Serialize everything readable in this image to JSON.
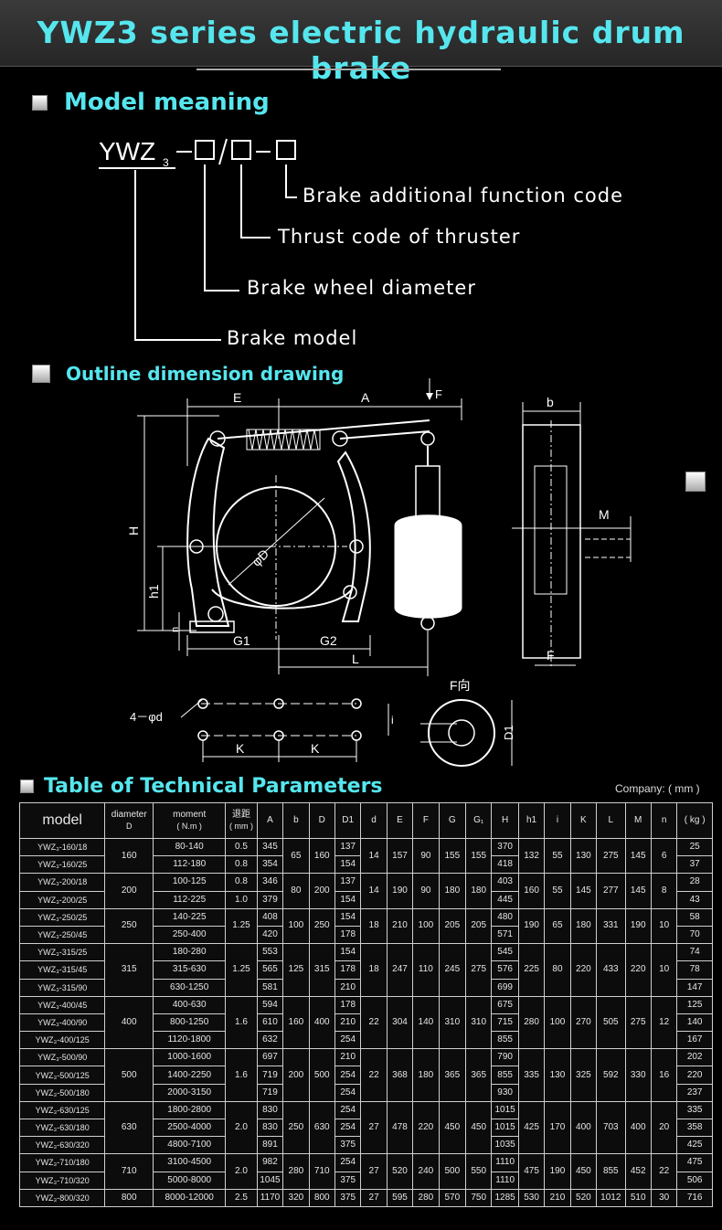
{
  "header": {
    "title": "YWZ3 series electric hydraulic drum brake"
  },
  "model_meaning": {
    "section_title": "Model meaning",
    "code_prefix": "YWZ",
    "code_subscript": "3",
    "items": [
      "Brake additional function code",
      "Thrust code of thruster",
      "Brake wheel diameter",
      "Brake model"
    ]
  },
  "outline": {
    "section_title": "Outline dimension drawing",
    "labels": {
      "E": "E",
      "A": "A",
      "F": "F",
      "H": "H",
      "h1": "h1",
      "n": "n",
      "phiD": "φD",
      "G1": "G1",
      "G2": "G2",
      "L": "L",
      "b": "b",
      "M": "M",
      "Fb": "F",
      "hole": "4－φd",
      "K": "K",
      "i": "i",
      "D1": "D1",
      "view": "F向"
    }
  },
  "table": {
    "section_title": "Table of Technical Parameters",
    "company": "Company: ( mm )",
    "headers": [
      {
        "l1": "model",
        "l2": ""
      },
      {
        "l1": "diameter",
        "l2": "D"
      },
      {
        "l1": "moment",
        "l2": "( N.m )"
      },
      {
        "l1": "退距",
        "l2": "( mm )"
      },
      {
        "l1": "A",
        "l2": ""
      },
      {
        "l1": "b",
        "l2": ""
      },
      {
        "l1": "D",
        "l2": ""
      },
      {
        "l1": "D1",
        "l2": ""
      },
      {
        "l1": "d",
        "l2": ""
      },
      {
        "l1": "E",
        "l2": ""
      },
      {
        "l1": "F",
        "l2": ""
      },
      {
        "l1": "G",
        "l2": ""
      },
      {
        "l1": "G₁",
        "l2": ""
      },
      {
        "l1": "H",
        "l2": ""
      },
      {
        "l1": "h1",
        "l2": ""
      },
      {
        "l1": "i",
        "l2": ""
      },
      {
        "l1": "K",
        "l2": ""
      },
      {
        "l1": "L",
        "l2": ""
      },
      {
        "l1": "M",
        "l2": ""
      },
      {
        "l1": "n",
        "l2": ""
      },
      {
        "l1": "( kg )",
        "l2": ""
      }
    ],
    "groups": [
      {
        "diameter": "160",
        "rows": [
          {
            "model": "YWZ₃-160/18",
            "moment": "80-140",
            "gap": "0.5",
            "A": "345",
            "D1": "137",
            "H": "370",
            "kg": "25"
          },
          {
            "model": "YWZ₃-160/25",
            "moment": "112-180",
            "gap": "0.8",
            "A": "354",
            "D1": "154",
            "H": "418",
            "kg": "37"
          }
        ],
        "shared": {
          "b": "65",
          "D": "160",
          "d": "14",
          "E": "157",
          "F": "90",
          "G": "155",
          "G1": "155",
          "h1": "132",
          "i": "55",
          "K": "130",
          "L": "275",
          "M": "145",
          "n": "6"
        }
      },
      {
        "diameter": "200",
        "rows": [
          {
            "model": "YWZ₃-200/18",
            "moment": "100-125",
            "gap": "0.8",
            "A": "346",
            "D1": "137",
            "H": "403",
            "kg": "28"
          },
          {
            "model": "YWZ₃-200/25",
            "moment": "112-225",
            "gap": "1.0",
            "A": "379",
            "D1": "154",
            "H": "445",
            "kg": "43"
          }
        ],
        "shared": {
          "b": "80",
          "D": "200",
          "d": "14",
          "E": "190",
          "F": "90",
          "G": "180",
          "G1": "180",
          "h1": "160",
          "i": "55",
          "K": "145",
          "L": "277",
          "M": "145",
          "n": "8"
        }
      },
      {
        "diameter": "250",
        "gap": "1.25",
        "rows": [
          {
            "model": "YWZ₃-250/25",
            "moment": "140-225",
            "A": "408",
            "D1": "154",
            "H": "480",
            "kg": "58"
          },
          {
            "model": "YWZ₃-250/45",
            "moment": "250-400",
            "A": "420",
            "D1": "178",
            "H": "571",
            "kg": "70"
          }
        ],
        "shared": {
          "b": "100",
          "D": "250",
          "d": "18",
          "E": "210",
          "F": "100",
          "G": "205",
          "G1": "205",
          "h1": "190",
          "i": "65",
          "K": "180",
          "L": "331",
          "M": "190",
          "n": "10"
        }
      },
      {
        "diameter": "315",
        "gap": "1.25",
        "rows": [
          {
            "model": "YWZ₃-315/25",
            "moment": "180-280",
            "A": "553",
            "D1": "154",
            "H": "545",
            "kg": "74"
          },
          {
            "model": "YWZ₃-315/45",
            "moment": "315-630",
            "A": "565",
            "D1": "178",
            "H": "576",
            "kg": "78"
          },
          {
            "model": "YWZ₃-315/90",
            "moment": "630-1250",
            "A": "581",
            "D1": "210",
            "H": "699",
            "kg": "147"
          }
        ],
        "shared": {
          "b": "125",
          "D": "315",
          "d": "18",
          "E": "247",
          "F": "110",
          "G": "245",
          "G1": "275",
          "h1": "225",
          "i": "80",
          "K": "220",
          "L": "433",
          "M": "220",
          "n": "10"
        }
      },
      {
        "diameter": "400",
        "gap": "1.6",
        "rows": [
          {
            "model": "YWZ₃-400/45",
            "moment": "400-630",
            "A": "594",
            "D1": "178",
            "H": "675",
            "kg": "125"
          },
          {
            "model": "YWZ₃-400/90",
            "moment": "800-1250",
            "A": "610",
            "D1": "210",
            "H": "715",
            "kg": "140"
          },
          {
            "model": "YWZ₃-400/125",
            "moment": "1120-1800",
            "A": "632",
            "D1": "254",
            "H": "855",
            "kg": "167"
          }
        ],
        "shared": {
          "b": "160",
          "D": "400",
          "d": "22",
          "E": "304",
          "F": "140",
          "G": "310",
          "G1": "310",
          "h1": "280",
          "i": "100",
          "K": "270",
          "L": "505",
          "M": "275",
          "n": "12"
        }
      },
      {
        "diameter": "500",
        "gap": "1.6",
        "rows": [
          {
            "model": "YWZ₃-500/90",
            "moment": "1000-1600",
            "A": "697",
            "D1": "210",
            "H": "790",
            "kg": "202"
          },
          {
            "model": "YWZ₃-500/125",
            "moment": "1400-2250",
            "A": "719",
            "D1": "254",
            "H": "855",
            "kg": "220"
          },
          {
            "model": "YWZ₃-500/180",
            "moment": "2000-3150",
            "A": "719",
            "D1": "254",
            "H": "930",
            "kg": "237"
          }
        ],
        "shared": {
          "b": "200",
          "D": "500",
          "d": "22",
          "E": "368",
          "F": "180",
          "G": "365",
          "G1": "365",
          "h1": "335",
          "i": "130",
          "K": "325",
          "L": "592",
          "M": "330",
          "n": "16"
        }
      },
      {
        "diameter": "630",
        "gap": "2.0",
        "rows": [
          {
            "model": "YWZ₃-630/125",
            "moment": "1800-2800",
            "A": "830",
            "D1": "254",
            "H": "1015",
            "kg": "335"
          },
          {
            "model": "YWZ₃-630/180",
            "moment": "2500-4000",
            "A": "830",
            "D1": "254",
            "H": "1015",
            "kg": "358"
          },
          {
            "model": "YWZ₃-630/320",
            "moment": "4800-7100",
            "A": "891",
            "D1": "375",
            "H": "1035",
            "kg": "425"
          }
        ],
        "shared": {
          "b": "250",
          "D": "630",
          "d": "27",
          "E": "478",
          "F": "220",
          "G": "450",
          "G1": "450",
          "h1": "425",
          "i": "170",
          "K": "400",
          "L": "703",
          "M": "400",
          "n": "20"
        }
      },
      {
        "diameter": "710",
        "gap": "2.0",
        "rows": [
          {
            "model": "YWZ₃-710/180",
            "moment": "3100-4500",
            "A": "982",
            "D1": "254",
            "H": "1110",
            "kg": "475"
          },
          {
            "model": "YWZ₃-710/320",
            "moment": "5000-8000",
            "A": "1045",
            "D1": "375",
            "H": "1110",
            "kg": "506"
          }
        ],
        "shared": {
          "b": "280",
          "D": "710",
          "d": "27",
          "E": "520",
          "F": "240",
          "G": "500",
          "G1": "550",
          "h1": "475",
          "i": "190",
          "K": "450",
          "L": "855",
          "M": "452",
          "n": "22"
        }
      },
      {
        "diameter": "800",
        "gap": "2.5",
        "rows": [
          {
            "model": "YWZ₃-800/320",
            "moment": "8000-12000",
            "A": "1170",
            "D1": "375",
            "H": "1285",
            "kg": "716"
          }
        ],
        "shared": {
          "b": "320",
          "D": "800",
          "d": "27",
          "E": "595",
          "F": "280",
          "G": "570",
          "G1": "750",
          "h1": "530",
          "i": "210",
          "K": "520",
          "L": "1012",
          "M": "510",
          "n": "30"
        }
      }
    ]
  },
  "colors": {
    "accent": "#56e6ee",
    "background": "#000000",
    "line": "#cfcfcf"
  }
}
